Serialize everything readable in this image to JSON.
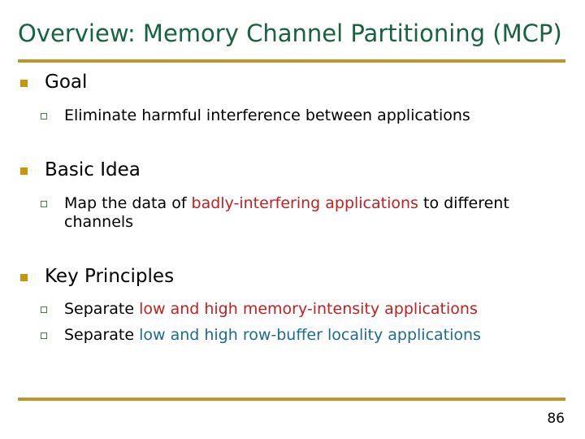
{
  "slide": {
    "title": "Overview: Memory Channel Partitioning (MCP)",
    "page_number": "86",
    "colors": {
      "title_green": "#17623f",
      "rule_gold": "#b8972e",
      "bullet_gold": "#c8960c",
      "bullet_hollow_green": "#4a7a4a",
      "highlight_red": "#bf2120",
      "highlight_blue": "#1b6b8f",
      "body_black": "#000000",
      "background": "#ffffff"
    },
    "sections": [
      {
        "heading": "Goal",
        "items": [
          {
            "parts": [
              {
                "text": "Eliminate harmful interference between applications",
                "color": "black"
              }
            ]
          }
        ]
      },
      {
        "heading": "Basic Idea",
        "items": [
          {
            "parts": [
              {
                "text": "Map the data of ",
                "color": "black"
              },
              {
                "text": "badly-interfering applications",
                "color": "red"
              },
              {
                "text": " to different channels",
                "color": "black"
              }
            ]
          }
        ]
      },
      {
        "heading": "Key Principles",
        "items": [
          {
            "parts": [
              {
                "text": "Separate ",
                "color": "black"
              },
              {
                "text": "low and high memory-intensity applications",
                "color": "red"
              }
            ]
          },
          {
            "parts": [
              {
                "text": "Separate ",
                "color": "black"
              },
              {
                "text": "low and high row-buffer locality applications",
                "color": "blue"
              }
            ]
          }
        ]
      }
    ]
  }
}
